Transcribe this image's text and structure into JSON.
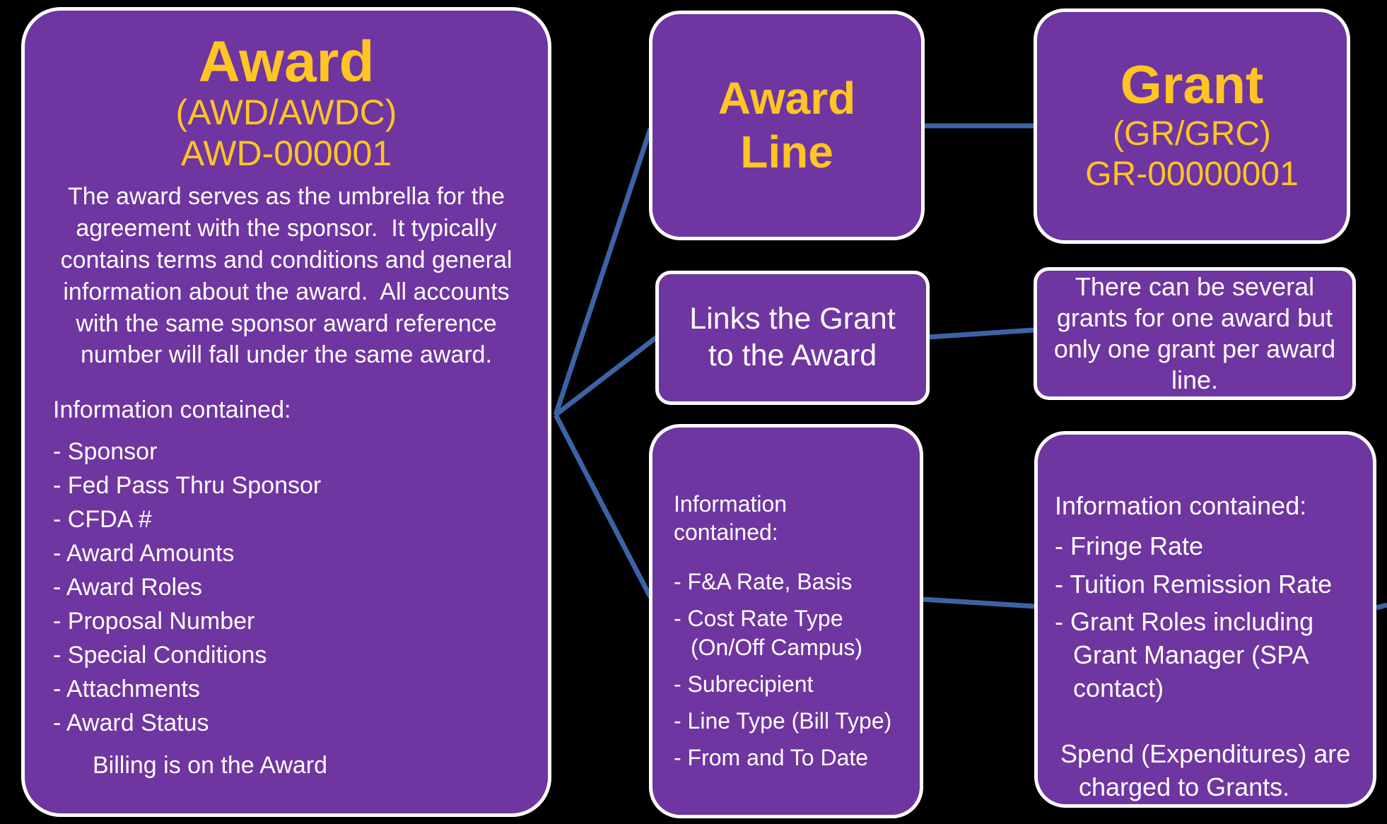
{
  "colors": {
    "background": "#000000",
    "box_fill": "#6f35a0",
    "box_border": "#ffffff",
    "heading_yellow": "#ffc425",
    "body_text": "#ffffff",
    "connector_blue": "#3c63a5"
  },
  "award_box": {
    "title": "Award",
    "subtitle": "(AWD/AWDC)",
    "code": "AWD-000001",
    "description": "The award serves as the umbrella for the agreement with the sponsor.  It typically contains terms and conditions and general information about the award.  All accounts with the same sponsor award reference number will fall under the same award.",
    "info_label": "Information contained:",
    "items": [
      "- Sponsor",
      "- Fed Pass Thru Sponsor",
      "- CFDA #",
      "- Award Amounts",
      "- Award Roles",
      "- Proposal Number",
      "- Special Conditions",
      "- Attachments",
      "- Award Status"
    ],
    "footnote": "Billing is on the Award"
  },
  "award_line_box": {
    "title": "Award Line"
  },
  "links_box": {
    "text": "Links the Grant to the Award"
  },
  "award_line_info_box": {
    "info_label": "Information contained:",
    "items": [
      "- F&A Rate, Basis",
      "- Cost Rate Type (On/Off Campus)",
      "- Subrecipient",
      "- Line Type (Bill Type)",
      "- From and To Date"
    ]
  },
  "grant_box": {
    "title": "Grant",
    "subtitle": "(GR/GRC)",
    "code": "GR-00000001"
  },
  "several_box": {
    "text": "There can be several grants for one award but only one grant per award line."
  },
  "grant_info_box": {
    "info_label": "Information contained:",
    "items": [
      "- Fringe Rate",
      "- Tuition Remission Rate",
      "- Grant Roles including Grant Manager (SPA contact)"
    ],
    "footnote": "Spend (Expenditures) are charged to Grants."
  }
}
